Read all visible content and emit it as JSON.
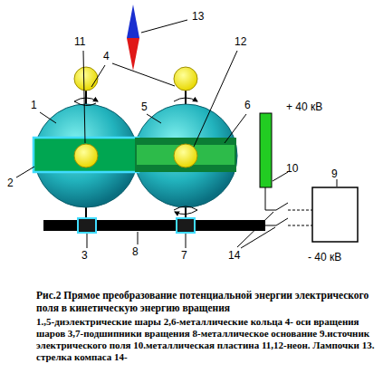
{
  "diagram": {
    "caption": "Рис.2 Прямое преобразование потенциальной энергии электрического поля в кинетическую энергию вращения",
    "labels": [
      "13",
      "11",
      "4",
      "12",
      "1",
      "5",
      "6",
      "2",
      "10",
      "9",
      "+ 40 кВ",
      "3",
      "7",
      "8",
      "14",
      "- 40 кВ",
      "1.,5-диэлектрические шары 2,6-металлические кольца 4- оси вращения шаров 3,7-подшипники вращения 8-металлическое основание 9.источник электрического поля 10.металлическая пластина 11,12-неон. Лампочки 13. стрелка компаса 14-"
    ]
  }
}
